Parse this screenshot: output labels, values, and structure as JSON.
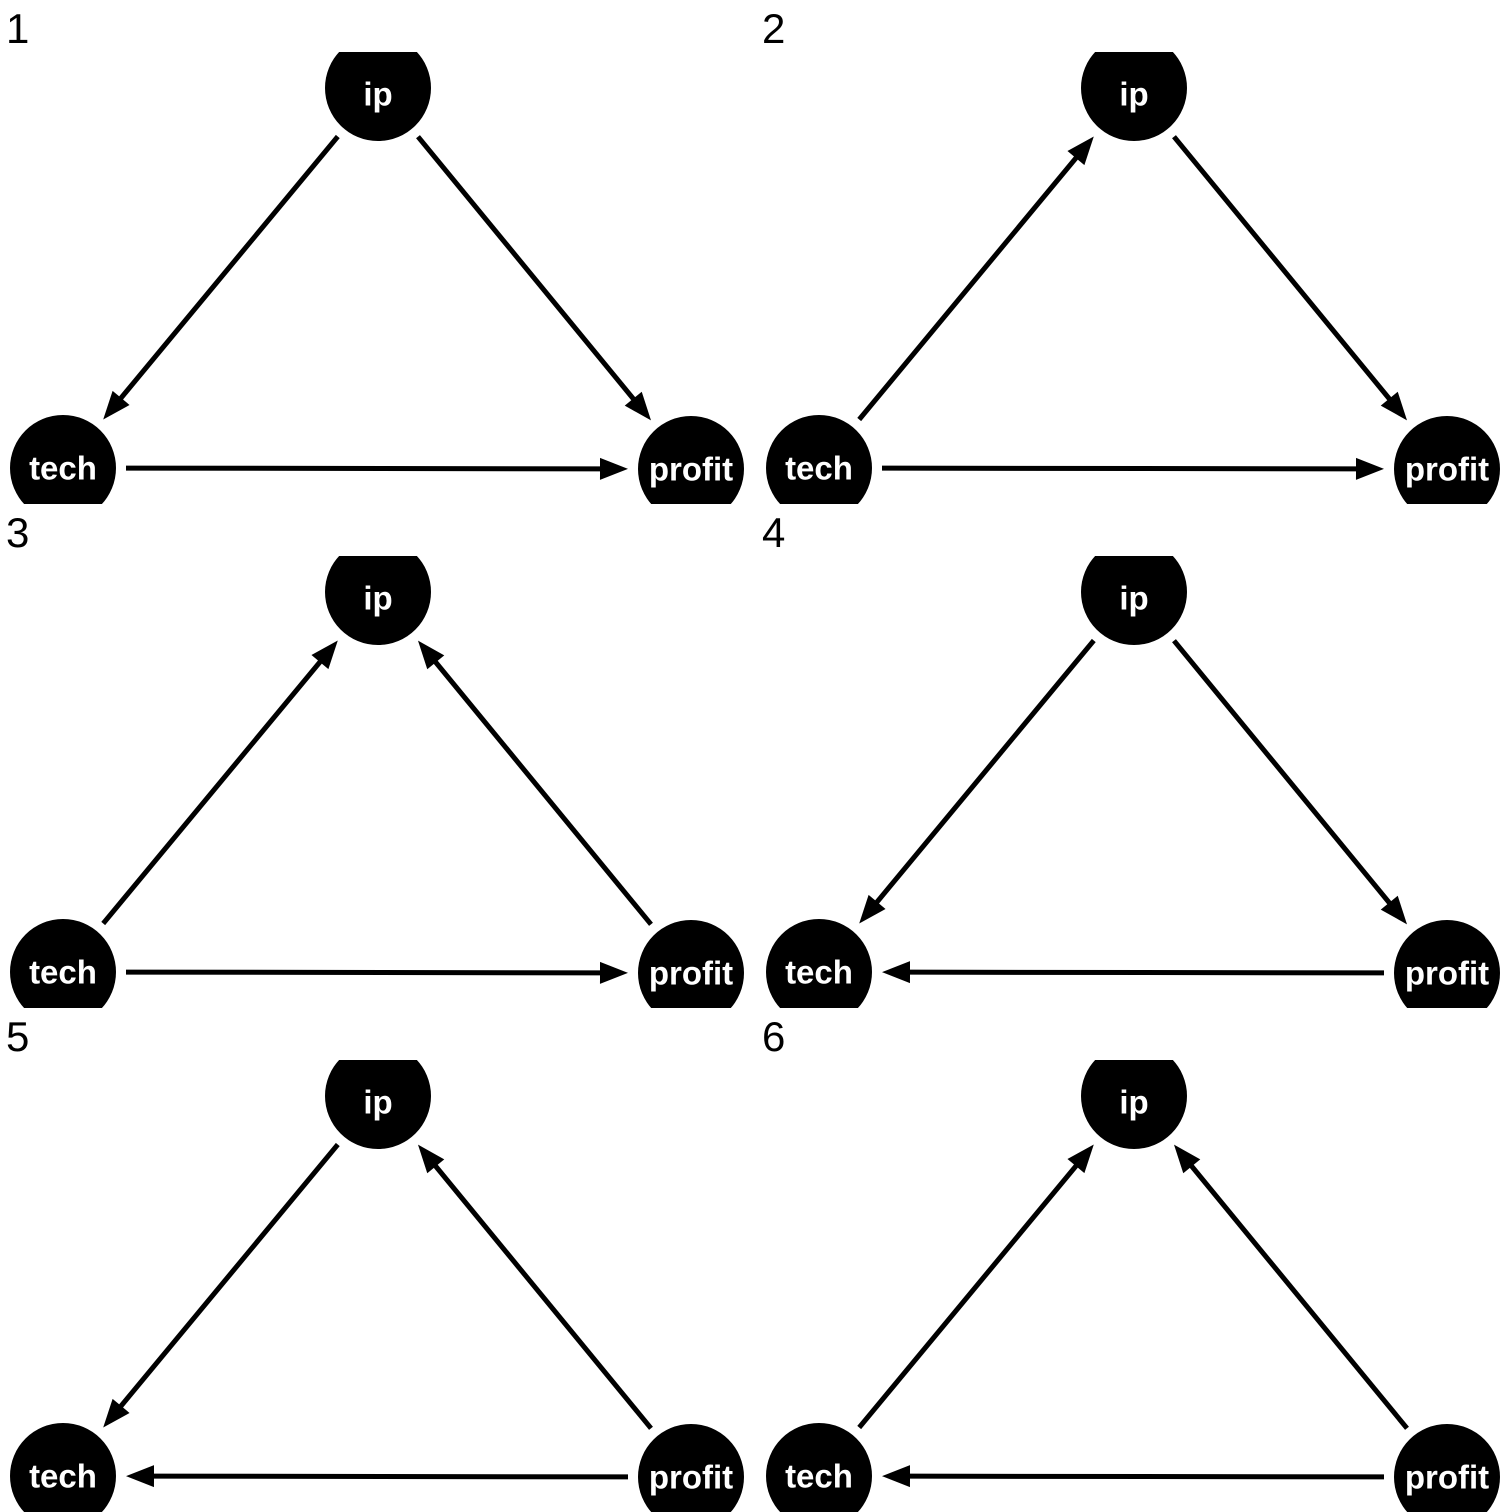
{
  "colors": {
    "background": "#ffffff",
    "node_fill": "#000000",
    "node_label": "#ffffff",
    "edge": "#000000",
    "panel_number": "#000000"
  },
  "node_labels": {
    "ip": "ip",
    "tech": "tech",
    "profit": "profit"
  },
  "diagrams": [
    {
      "number": "1",
      "edges": [
        [
          "ip",
          "tech"
        ],
        [
          "ip",
          "profit"
        ],
        [
          "tech",
          "profit"
        ]
      ]
    },
    {
      "number": "2",
      "edges": [
        [
          "tech",
          "ip"
        ],
        [
          "ip",
          "profit"
        ],
        [
          "tech",
          "profit"
        ]
      ]
    },
    {
      "number": "3",
      "edges": [
        [
          "tech",
          "ip"
        ],
        [
          "profit",
          "ip"
        ],
        [
          "tech",
          "profit"
        ]
      ]
    },
    {
      "number": "4",
      "edges": [
        [
          "ip",
          "tech"
        ],
        [
          "ip",
          "profit"
        ],
        [
          "profit",
          "tech"
        ]
      ]
    },
    {
      "number": "5",
      "edges": [
        [
          "ip",
          "tech"
        ],
        [
          "profit",
          "ip"
        ],
        [
          "profit",
          "tech"
        ]
      ]
    },
    {
      "number": "6",
      "edges": [
        [
          "tech",
          "ip"
        ],
        [
          "profit",
          "ip"
        ],
        [
          "profit",
          "tech"
        ]
      ]
    }
  ]
}
